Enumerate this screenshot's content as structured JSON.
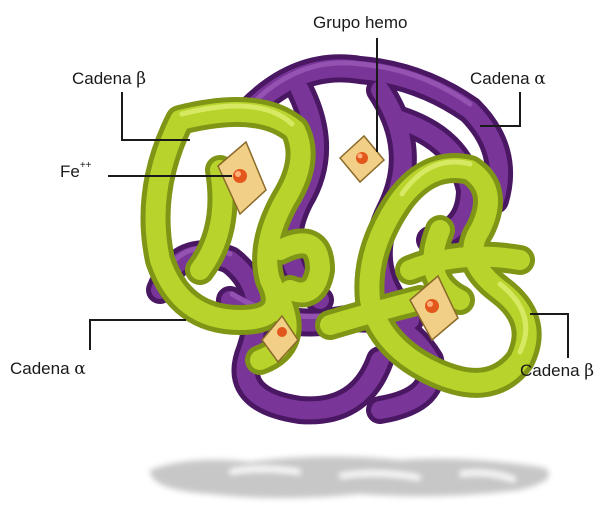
{
  "labels": {
    "heme_group": "Grupo hemo",
    "beta_chain_top": {
      "text": "Cadena",
      "greek": "β"
    },
    "alpha_chain_top": {
      "text": "Cadena",
      "greek": "α"
    },
    "iron": {
      "text": "Fe",
      "sup": "++"
    },
    "alpha_chain_bottom": {
      "text": "Cadena",
      "greek": "α"
    },
    "beta_chain_bottom": {
      "text": "Cadena",
      "greek": "β"
    }
  },
  "colors": {
    "alpha_chain": "#6a2a8a",
    "beta_chain": "#b5d12a",
    "heme_plate": "#f2cf86",
    "iron_atom": "#e2571c",
    "leader_line": "#1a1a1a",
    "shadow": "#9a9a9a"
  }
}
